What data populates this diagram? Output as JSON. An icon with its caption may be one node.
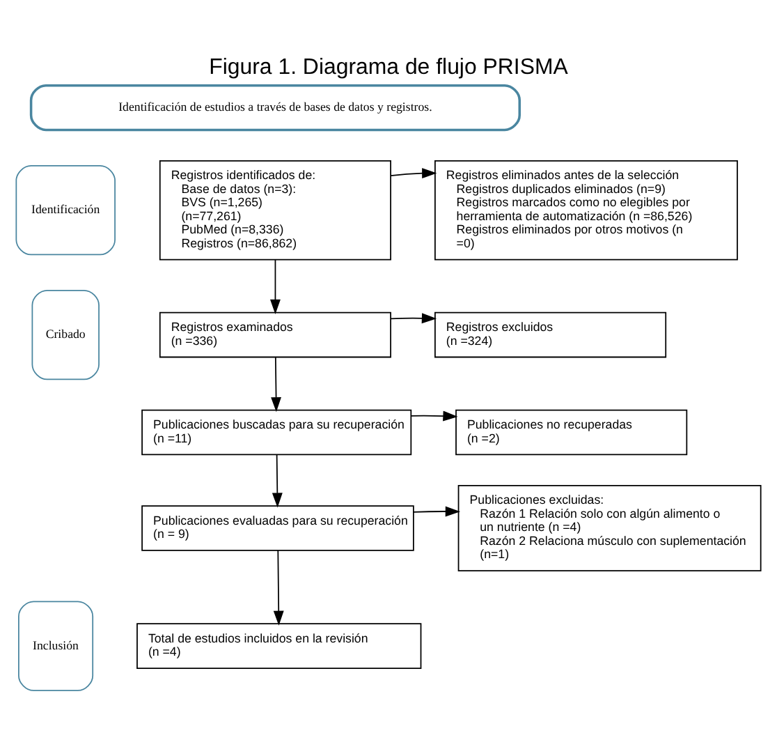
{
  "diagram": {
    "title": "Figura 1. Diagrama de flujo PRISMA",
    "nodes": [
      {
        "text": [
          "Identificación de estudios a través de bases de datos y registros."
        ]
      },
      {
        "text": [
          "Identificación"
        ]
      },
      {
        "text": [
          "Registros identificados de:",
          "Base de datos (n=3):",
          "BVS (n=1,265)",
          "(n=77,261)",
          "PubMed (n=8,336)",
          "Registros (n=86,862)"
        ]
      },
      {
        "text": [
          "Registros eliminados antes de la selección",
          "Registros duplicados eliminados (n=9)",
          "Registros marcados como no elegibles por herramienta de automatización (n =86,526)",
          "Registros eliminados por otros motivos (n =0)"
        ]
      },
      {
        "text": [
          "Cribado"
        ]
      },
      {
        "text": [
          "Registros examinados",
          "(n =336)"
        ]
      },
      {
        "text": [
          "Registros excluidos",
          "(n =324)"
        ]
      },
      {
        "text": [
          "Publicaciones buscadas para su recuperación",
          "(n =11)"
        ]
      },
      {
        "text": [
          "Publicaciones no recuperadas",
          "(n =2)"
        ]
      },
      {
        "text": [
          "Publicaciones evaluadas para su recuperación",
          "(n = 9)"
        ]
      },
      {
        "text": [
          "Publicaciones excluidas:",
          "Razón 1 Relación solo con algún alimento o un nutriente (n =4)",
          "Razón 2 Relaciona músculo con suplementación (n=1)"
        ]
      },
      {
        "text": [
          "Inclusión"
        ]
      },
      {
        "text": [
          "Total de estudios incluidos en la revisión",
          "(n =4)"
        ]
      }
    ],
    "edges": [
      {
        "from": 2,
        "to": 3,
        "arrow": "to"
      },
      {
        "from": 2,
        "to": 5,
        "arrow": "to"
      },
      {
        "from": 5,
        "to": 6,
        "arrow": "to"
      },
      {
        "from": 5,
        "to": 7,
        "arrow": "to"
      },
      {
        "from": 7,
        "to": 8,
        "arrow": "to"
      },
      {
        "from": 7,
        "to": 9,
        "arrow": "to"
      },
      {
        "from": 9,
        "to": 10,
        "arrow": "to"
      },
      {
        "from": 9,
        "to": 12,
        "arrow": "to"
      }
    ]
  }
}
